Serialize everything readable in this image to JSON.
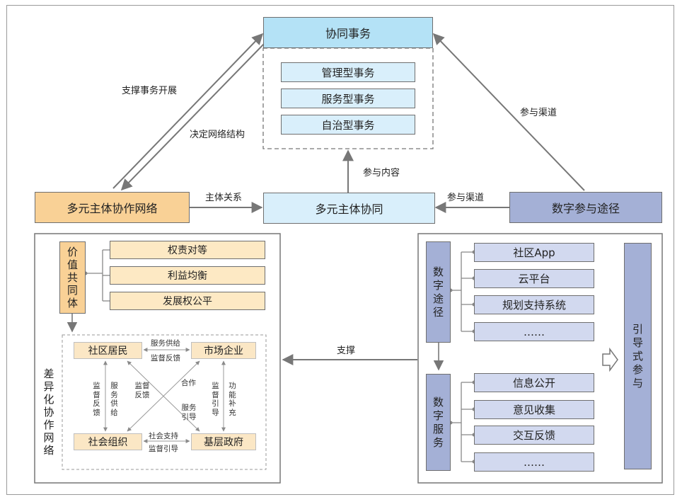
{
  "top": {
    "coordination_affairs": "协同事务",
    "affairs": [
      "管理型事务",
      "服务型事务",
      "自治型事务"
    ]
  },
  "middle": {
    "network": "多元主体协作网络",
    "coordination": "多元主体协同",
    "digital_path": "数字参与途径"
  },
  "edge_labels": {
    "support_affairs": "支撑事务开展",
    "decide_structure": "决定网络结构",
    "participation_channel_top": "参与渠道",
    "participation_content": "参与内容",
    "subject_relation": "主体关系",
    "participation_channel_mid": "参与渠道",
    "support": "支撑"
  },
  "left_panel": {
    "value_community": "价值共同体",
    "values": [
      "权责对等",
      "利益均衡",
      "发展权公平"
    ],
    "network_label": "差异化协作网络",
    "nodes": {
      "residents": "社区居民",
      "enterprises": "市场企业",
      "organizations": "社会组织",
      "government": "基层政府"
    },
    "relations": {
      "top_a": "服务供给",
      "top_b": "监督反馈",
      "left_a": "监督反馈",
      "left_b": "服务供给",
      "cross_left": "监督反馈",
      "cross_right_top": "合作",
      "cross_right_bottom": "服务引导",
      "right_a": "监督引导",
      "right_b": "功能补充",
      "bottom_a": "社会支持",
      "bottom_b": "监督引导"
    }
  },
  "right_panel": {
    "digital_path": "数字途径",
    "path_items": [
      "社区App",
      "云平台",
      "规划支持系统",
      "……"
    ],
    "digital_service": "数字服务",
    "service_items": [
      "信息公开",
      "意见收集",
      "交互反馈",
      "……"
    ],
    "guided_participation": "引导式参与"
  }
}
